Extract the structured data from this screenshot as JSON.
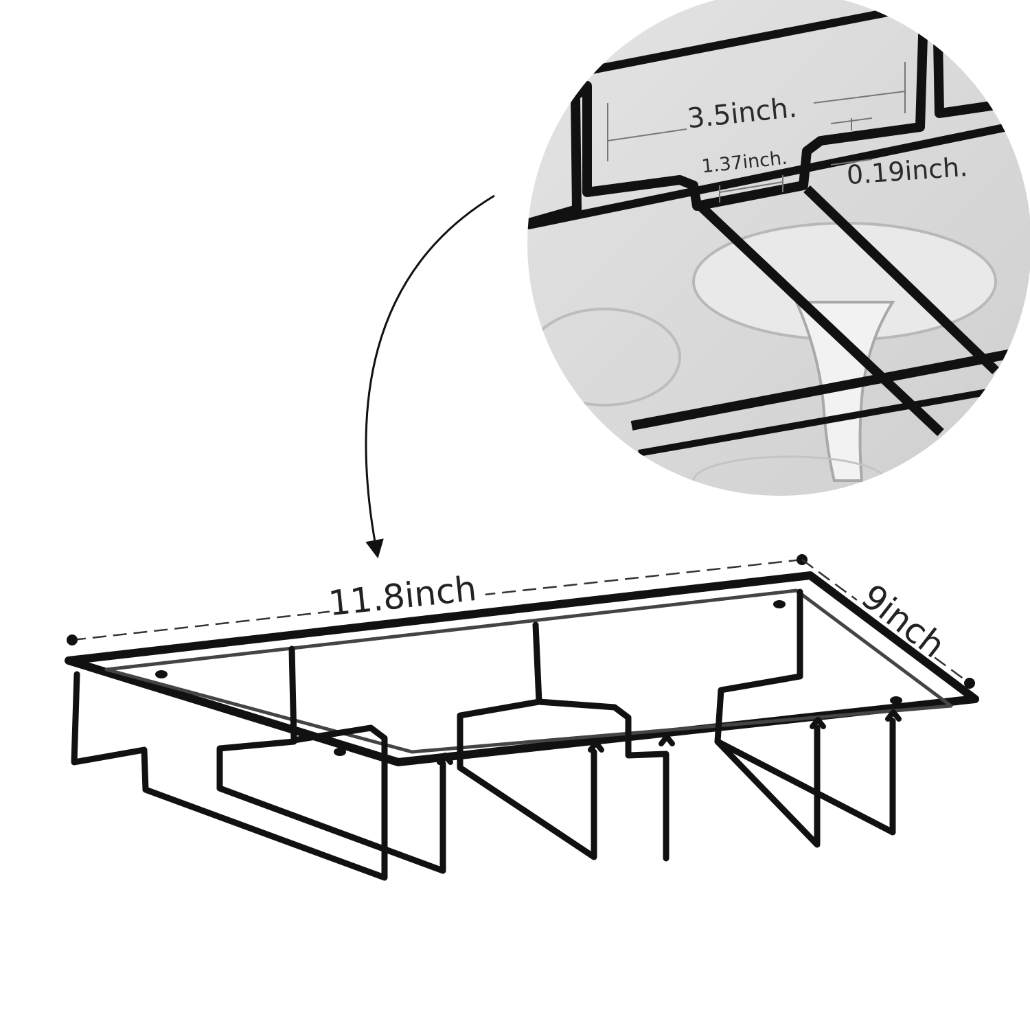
{
  "colors": {
    "background": "#ffffff",
    "rack": "#111111",
    "dimension_line": "#333333",
    "zoom_background": "#d9d9d9",
    "glass": "#f4f4f4"
  },
  "dimensions": {
    "length": "11.8inch",
    "width": "9inch"
  },
  "detail": {
    "slot_spacing": "3.5inch.",
    "slot_width": "1.37inch.",
    "wire_thickness": "0.19inch."
  },
  "icons": {
    "arrow": "curved-arrow-icon"
  }
}
